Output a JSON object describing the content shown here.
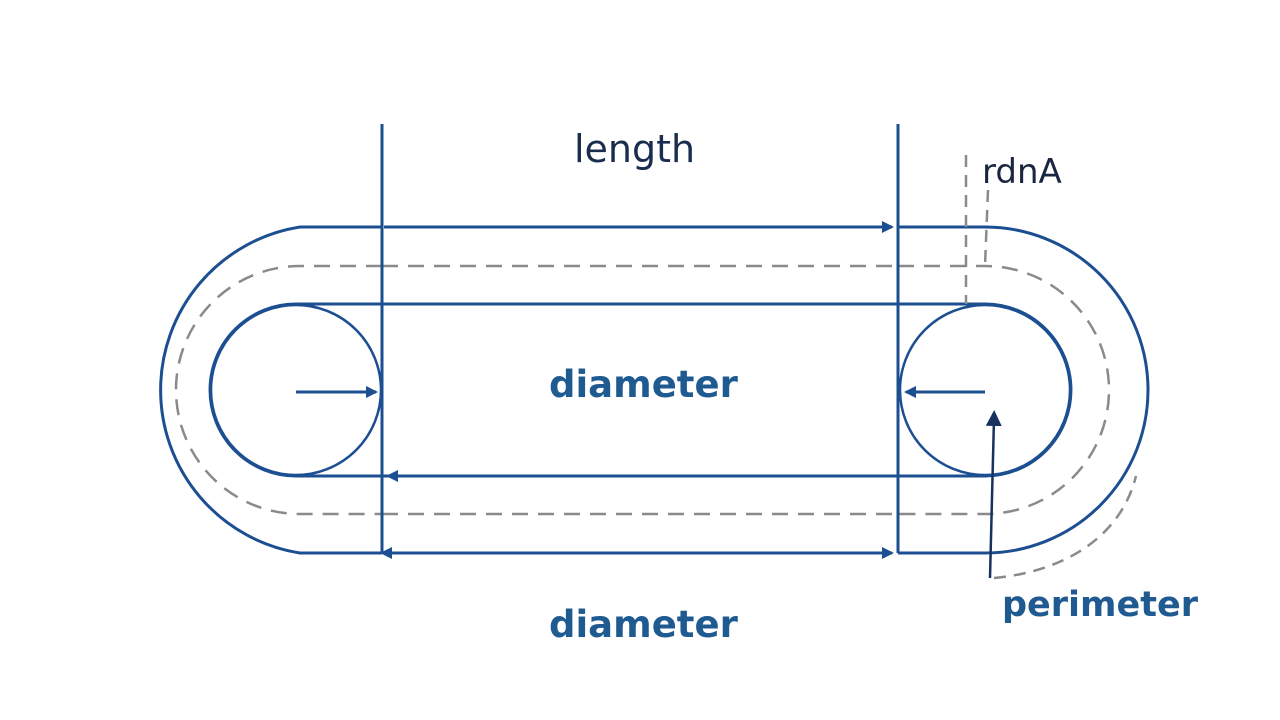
{
  "labels": {
    "length": "length",
    "radius": "rdnA",
    "diameter_inner": "diameter",
    "diameter_bottom": "diameter",
    "perimeter": "perimeter"
  },
  "colors": {
    "outline": "#1c4f91",
    "dashed": "#8a8a8a",
    "dark_text": "#1a2d4f",
    "label_blue": "#1f5a91",
    "arrow_dark": "#17325e"
  }
}
